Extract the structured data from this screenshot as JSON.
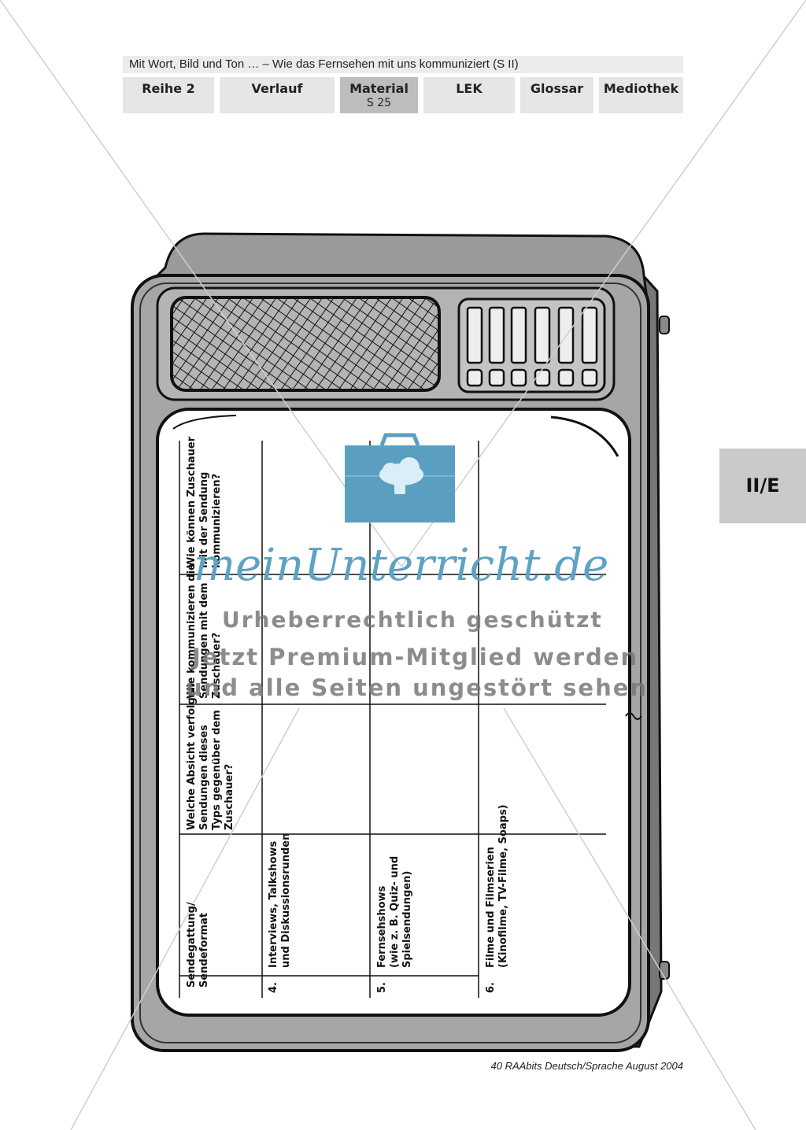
{
  "header": {
    "title": "Mit Wort, Bild und Ton … – Wie das Fernsehen mit uns kommuniziert (S II)",
    "nav": [
      {
        "label": "Reihe 2",
        "sub": ""
      },
      {
        "label": "Verlauf",
        "sub": ""
      },
      {
        "label": "Material",
        "sub": "S 25"
      },
      {
        "label": "LEK",
        "sub": ""
      },
      {
        "label": "Glossar",
        "sub": ""
      },
      {
        "label": "Mediothek",
        "sub": ""
      }
    ]
  },
  "side_tab": "II/E",
  "table": {
    "headers": [
      "Sendegattung/\nSendeformat",
      "Welche Absicht verfolgen\nSendungen dieses\nTyps gegenüber dem\nZuschauer?",
      "Wie kommunizieren die\nSendungen mit dem\nZuschauer?",
      "Wie können Zuschauer\nmit der Sendung\nkommunizieren?"
    ],
    "rows": [
      {
        "number": "4.",
        "format": "Interviews, Talkshows\nund Diskussionsrunden"
      },
      {
        "number": "5.",
        "format": "Fernsehshows\n(wie z. B. Quiz- und\nSpielsendungen)"
      },
      {
        "number": "6.",
        "format": "Filme und Filmserien\n(Kinofilme, TV-Filme, Soaps)"
      }
    ]
  },
  "watermark": {
    "logo": "meinUnterricht.de",
    "line1": "Urheberrechtlich geschützt",
    "line2": "Jetzt Premium-Mitglied werden",
    "line3": "und alle Seiten ungestört sehen!"
  },
  "footer": "40 RAAbits Deutsch/Sprache August 2004"
}
